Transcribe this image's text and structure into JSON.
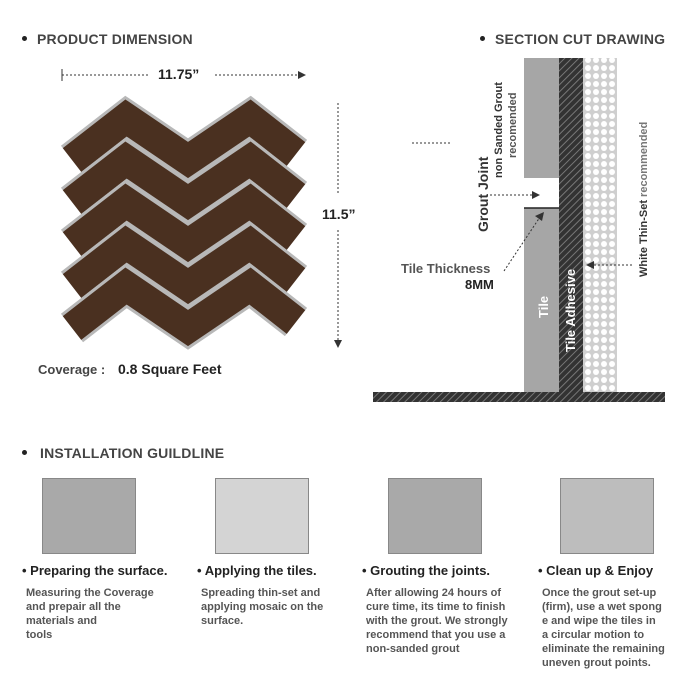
{
  "product": {
    "heading": "PRODUCT DIMENSION",
    "width": "11.75”",
    "height": "11.5”",
    "coverage_label": "Coverage :",
    "coverage_value": "0.8 Square Feet"
  },
  "section": {
    "heading": "SECTION CUT DRAWING",
    "grout_joint": "Grout Joint",
    "grout_note_1": "non Sanded Grout",
    "grout_note_2": "recomended",
    "tile_thickness": "Tile Thickness",
    "thickness_value": "8MM",
    "tile": "Tile",
    "adhesive": "Tile Adhesive",
    "thinset_1": "White Thin-Set",
    "thinset_2": "recommended"
  },
  "install": {
    "heading": "INSTALLATION GUILDLINE",
    "steps": [
      {
        "title": "Preparing the surface.",
        "desc": "Measuring the Coverage\nand prepair all the\nmaterials and\ntools"
      },
      {
        "title": "Applying the tiles.",
        "desc": "Spreading thin-set and\napplying mosaic on the\nsurface."
      },
      {
        "title": "Grouting the joints.",
        "desc": "After allowing 24 hours of\ncure time, its time to finish\nwith the grout. We strongly\nrecommend that you use a\nnon-sanded grout"
      },
      {
        "title": "Clean up & Enjoy",
        "desc": "Once the grout set-up\n(firm), use a wet spong\ne and wipe the tiles in\n a circular motion to\neliminate the remaining\nuneven grout points."
      }
    ]
  },
  "colors": {
    "tile": "#4a3020",
    "grout": "#b8b8b8",
    "gray": "#a6a6a6"
  }
}
